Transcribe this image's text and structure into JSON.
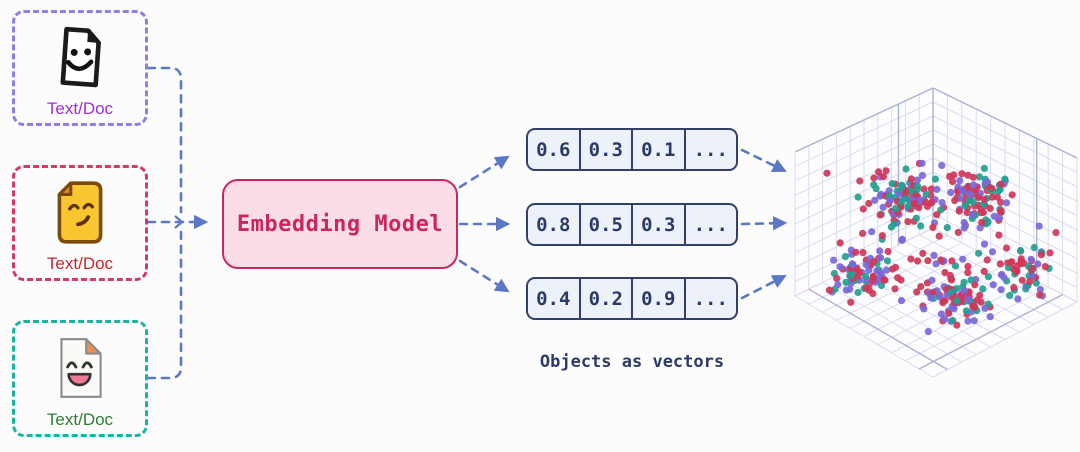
{
  "colors": {
    "connector": "#5b78c7",
    "embed_border": "#c9295a",
    "embed_bg": "#fbdde9",
    "embed_text": "#c9295a",
    "cell_border": "#33406b",
    "cell_bg": "#edf1fa",
    "cell_text": "#2b3a67",
    "grid_light": "#d8ddee",
    "grid_dark": "#a9b2d2",
    "wall_fill": "#fdfdff"
  },
  "inputs": [
    {
      "label": "Text/Doc",
      "icon": "smiley-doc-icon",
      "border_color": "#8f7fe8",
      "label_color": "#9b2fd6"
    },
    {
      "label": "Text/Doc",
      "icon": "yellow-doc-icon",
      "border_color": "#d63964",
      "label_color": "#c8262e"
    },
    {
      "label": "Text/Doc",
      "icon": "happy-doc-icon",
      "border_color": "#1db3a2",
      "label_color": "#2e7d32"
    }
  ],
  "model": {
    "label": "Embedding Model"
  },
  "vectors": {
    "caption": "Objects as vectors",
    "rows": [
      {
        "cells": [
          "0.6",
          "0.3",
          "0.1",
          "..."
        ]
      },
      {
        "cells": [
          "0.8",
          "0.5",
          "0.3",
          "..."
        ]
      },
      {
        "cells": [
          "0.4",
          "0.2",
          "0.9",
          "..."
        ]
      }
    ]
  },
  "chart_data": {
    "type": "scatter",
    "projection": "3d",
    "grid": true,
    "point_radius": 3.6,
    "series": [
      {
        "name": "red-points",
        "color": "#cf3759",
        "weight": 0.42
      },
      {
        "name": "purple-points",
        "color": "#7b68d9",
        "weight": 0.33
      },
      {
        "name": "teal-points",
        "color": "#23a08f",
        "weight": 0.25
      }
    ],
    "clusters": [
      {
        "cx": 905,
        "cy": 198,
        "rx": 50,
        "ry": 44,
        "n": 95
      },
      {
        "cx": 978,
        "cy": 198,
        "rx": 50,
        "ry": 44,
        "n": 95
      },
      {
        "cx": 862,
        "cy": 272,
        "rx": 46,
        "ry": 38,
        "n": 75
      },
      {
        "cx": 958,
        "cy": 300,
        "rx": 56,
        "ry": 38,
        "n": 85
      },
      {
        "cx": 1022,
        "cy": 272,
        "rx": 42,
        "ry": 35,
        "n": 55
      },
      {
        "cx": 935,
        "cy": 238,
        "rx": 135,
        "ry": 88,
        "n": 70
      }
    ]
  }
}
